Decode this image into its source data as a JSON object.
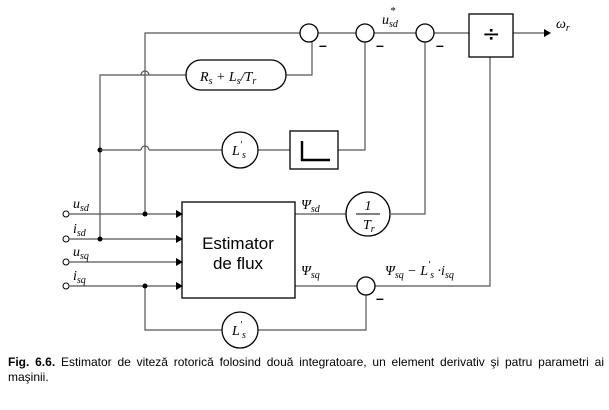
{
  "inputs": [
    {
      "name": "u",
      "sub": "sd"
    },
    {
      "name": "i",
      "sub": "sd"
    },
    {
      "name": "u",
      "sub": "sq"
    },
    {
      "name": "i",
      "sub": "sq"
    }
  ],
  "blocks": {
    "rs_ls_tr": {
      "a": "R",
      "a_sub": "s",
      "plus": " + ",
      "b": "L",
      "b_sub": "s",
      "slash": "/",
      "c": "T",
      "c_sub": "r"
    },
    "ls_prime_top": {
      "name": "L",
      "prime": "'",
      "sub": "s"
    },
    "ls_prime_bottom": {
      "name": "L",
      "prime": "'",
      "sub": "s"
    },
    "inv_tr": {
      "num": "1",
      "den": "T",
      "den_sub": "r"
    },
    "estimator": {
      "line1": "Estimator",
      "line2": "de flux"
    },
    "divider_symbol": "÷"
  },
  "signals": {
    "u_sd_star": {
      "name": "u",
      "sub": "sd",
      "sup": "*"
    },
    "psi_sd": {
      "name": "Ψ",
      "sub": "sd"
    },
    "psi_sq": {
      "name": "Ψ",
      "sub": "sq"
    },
    "psi_sq_expr": {
      "a": "Ψ",
      "a_sub": "sq",
      "minus": " − ",
      "b": "L",
      "b_prime": "'",
      "b_sub": "s",
      "dot": " ·",
      "c": "i",
      "c_sub": "sq"
    },
    "omega_r": {
      "name": "ω",
      "sub": "r"
    }
  },
  "sum_signs": {
    "minus": "–"
  },
  "caption": {
    "label": "Fig. 6.6.",
    "text": "Estimator de viteză rotorică folosind două integratoare, un element derivativ şi patru parametri ai maşinii."
  }
}
